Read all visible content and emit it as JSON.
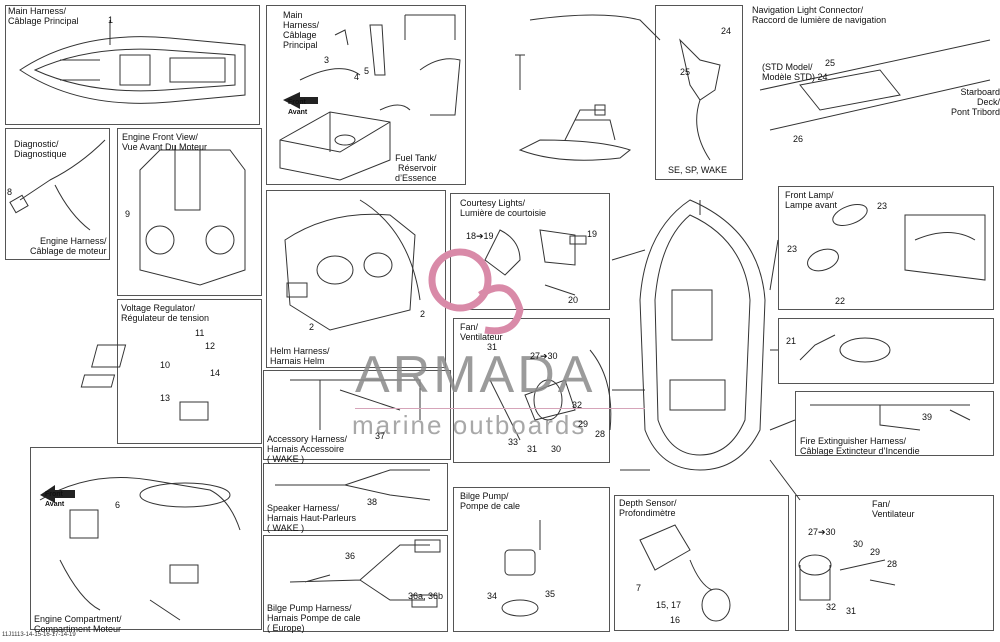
{
  "panels": {
    "main_harness": {
      "title": "Main Harness/\nCâblage Principal"
    },
    "main_harness_detail": {
      "title": "Main\nHarness/\nCâblage\nPrincipal"
    },
    "fuel_tank": {
      "title": "Fuel Tank/\nRéservoir\nd’Essence"
    },
    "se_sp_wake": {
      "title": "SE, SP, WAKE"
    },
    "nav_light": {
      "title": "Navigation Light Connector/\nRaccord de lumière de navigation"
    },
    "std_model": {
      "title": "(STD Model/\nModèle STD) 24"
    },
    "starboard": {
      "title": "Starboard Deck/\nPont Tribord"
    },
    "diagnostic": {
      "title": "Diagnostic/\nDiagnostique"
    },
    "engine_harness": {
      "title": "Engine Harness/\nCâblage de moteur"
    },
    "engine_front": {
      "title": "Engine Front View/\nVue Avant Du Moteur"
    },
    "helm": {
      "title": "Helm Harness/\nHarnais Helm"
    },
    "courtesy": {
      "title": "Courtesy Lights/\nLumière de courtoisie"
    },
    "front_lamp": {
      "title": "Front Lamp/\nLampe avant"
    },
    "voltage": {
      "title": "Voltage Regulator/\nRégulateur de tension"
    },
    "fan1": {
      "title": "Fan/\nVentilateur"
    },
    "accessory": {
      "title": "Accessory Harness/\nHarnais Accessoire\n( WAKE )"
    },
    "fire": {
      "title": "Fire Extinguisher Harness/\nCâblage Extincteur d’Incendie"
    },
    "speaker": {
      "title": "Speaker Harness/\nHarnais Haut-Parleurs\n( WAKE )"
    },
    "engine_comp": {
      "title": "Engine Compartment/\nCompartiment Moteur"
    },
    "front_avant": {
      "title": "Front\nAvant"
    },
    "front_avant2": {
      "title": "Front\nAvant"
    },
    "bilge_pump": {
      "title": "Bilge Pump/\nPompe de cale"
    },
    "depth": {
      "title": "Depth Sensor/\nProfondimètre"
    },
    "fan2": {
      "title": "Fan/\nVentilateur"
    },
    "bilge_harness": {
      "title": "Bilge Pump Harness/\nHarnais Pompe de cale\n( Europe)"
    }
  },
  "callouts": {
    "n1": "1",
    "n2a": "2",
    "n2b": "2",
    "n3": "3",
    "n4": "4",
    "n5": "5",
    "n6": "6",
    "n7": "7",
    "n8": "8",
    "n9": "9",
    "n10": "10",
    "n11": "11",
    "n12": "12",
    "n13": "13",
    "n14": "14",
    "n15_17": "15, 17",
    "n16": "16",
    "n18_19": "18➔19",
    "n19": "19",
    "n20": "20",
    "n21": "21",
    "n22": "22",
    "n23a": "23",
    "n23b": "23",
    "n24a": "24",
    "n25a": "25",
    "n25b": "25",
    "n26": "26",
    "n27_30a": "27➔30",
    "n27_30b": "27➔30",
    "n28a": "28",
    "n28b": "28",
    "n29a": "29",
    "n29b": "29",
    "n30a": "30",
    "n30b": "30",
    "n31a": "31",
    "n31b": "31",
    "n31c": "31",
    "n32a": "32",
    "n32b": "32",
    "n33": "33",
    "n34": "34",
    "n35": "35",
    "n36": "36",
    "n36ab": "36a, 36b",
    "n37": "37",
    "n38": "38",
    "n39": "39"
  },
  "watermark": {
    "brand": "ARMADA",
    "tagline": "marine outboards"
  },
  "footer": "11J1113-14-15-16-17-14-19",
  "colors": {
    "watermark_pink": "#d98aa8",
    "watermark_gray": "#8a8a8a",
    "line": "#444444"
  }
}
